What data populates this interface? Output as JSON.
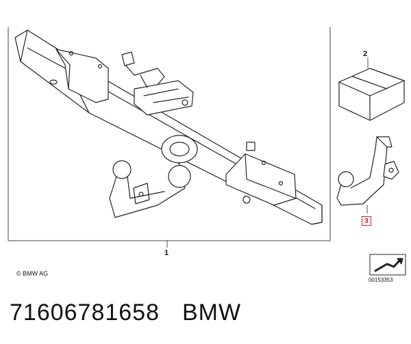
{
  "diagram": {
    "callouts": {
      "item1": "1",
      "item2": "2",
      "item3": "3"
    },
    "copyright": "© BMW AG",
    "diagram_number": "00153353",
    "highlight_color": "#d21d2b"
  },
  "caption": {
    "part_number": "71606781658",
    "brand": "BMW"
  }
}
